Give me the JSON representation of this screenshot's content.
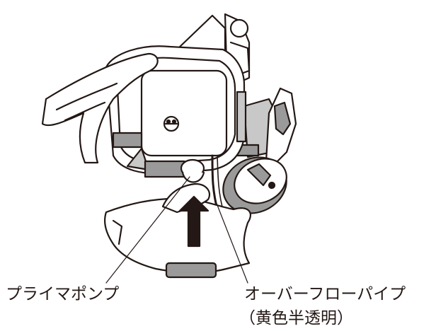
{
  "labels": {
    "primer_pump": "プライマポンプ",
    "overflow_pipe": "オーバーフローパイプ",
    "overflow_pipe_note": "（黄色半透明）"
  },
  "colors": {
    "line": "#231815",
    "fill": "#ffffff",
    "shade": "#9a9a9a",
    "light_shade": "#c8c8c8"
  },
  "icons": [
    "hand-icon",
    "up-arrow-icon",
    "primer-pump-icon",
    "overflow-pipe-icon"
  ]
}
